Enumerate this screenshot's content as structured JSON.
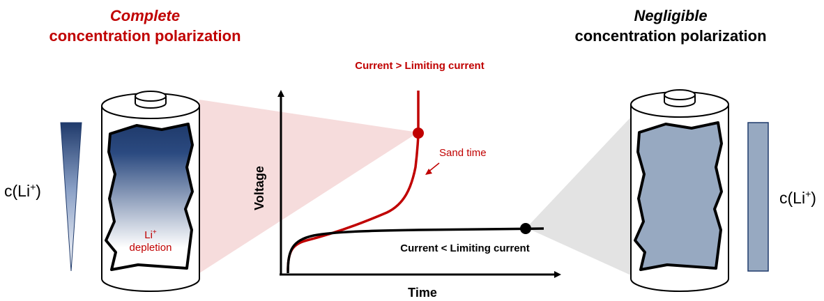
{
  "left_panel": {
    "title_italic": "Complete",
    "title_line2": "concentration polarization",
    "depletion_line1": "Li",
    "depletion_sup": "+",
    "depletion_line2": "depletion",
    "conc_label_prefix": "c(Li",
    "conc_label_sup": "+",
    "conc_label_suffix": ")"
  },
  "right_panel": {
    "title_italic": "Negligible",
    "title_line2": "concentration polarization",
    "conc_label_prefix": "c(Li",
    "conc_label_sup": "+",
    "conc_label_suffix": ")"
  },
  "graph": {
    "ylabel": "Voltage",
    "xlabel": "Time",
    "upper_curve_label": "Current > Limiting current",
    "lower_curve_label": "Current < Limiting current",
    "annotation": "Sand time"
  },
  "colors": {
    "accent_red": "#c00000",
    "navy": "#1f3a6b",
    "slate_fill": "#97a9c1",
    "funnel_red": "#f6dcdc",
    "funnel_gray": "#e3e3e3"
  }
}
